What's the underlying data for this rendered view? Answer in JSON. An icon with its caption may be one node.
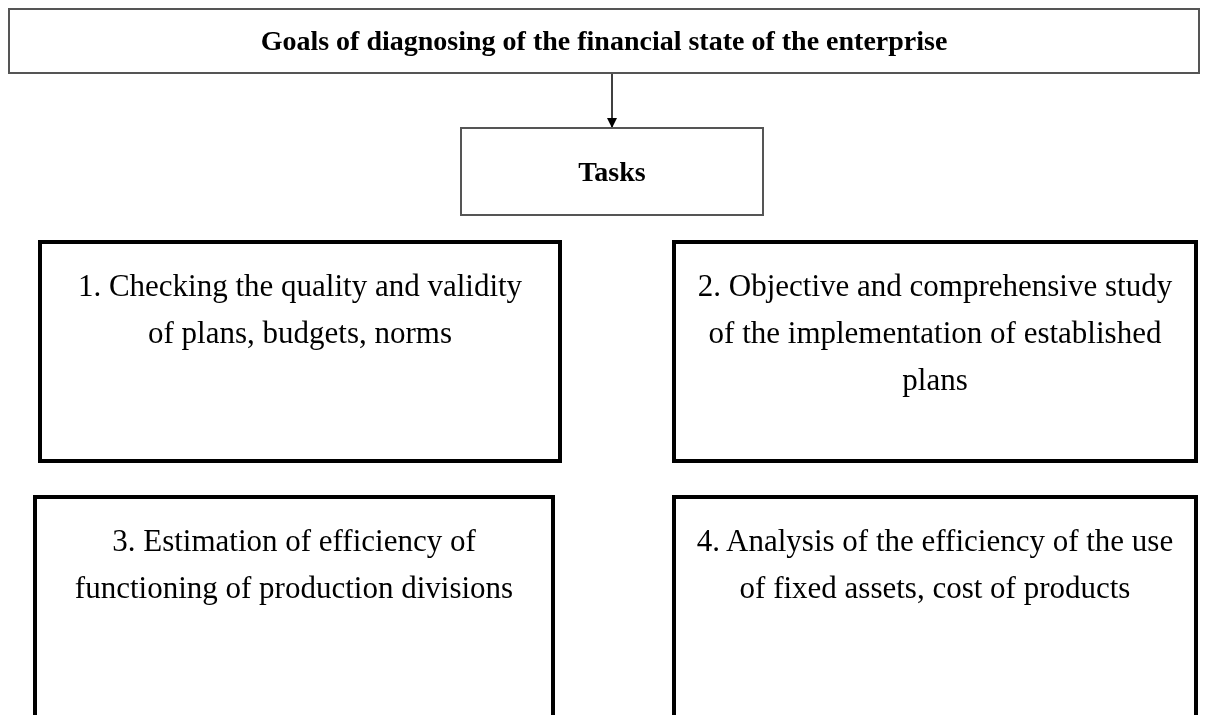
{
  "diagram": {
    "nodes": [
      {
        "text": [
          "Goals of diagnosing of the financial state of the enterprise"
        ]
      },
      {
        "text": [
          "Tasks"
        ]
      },
      {
        "text": [
          "1. Checking the quality and validity of plans, budgets, norms"
        ]
      },
      {
        "text": [
          "2. Objective and comprehensive study of the implementation of established plans"
        ]
      },
      {
        "text": [
          "3. Estimation of efficiency of functioning of production divisions"
        ]
      },
      {
        "text": [
          "4. Analysis of the efficiency of the use of fixed assets, cost of products"
        ]
      }
    ],
    "edges": [
      {
        "from": 0,
        "to": 1,
        "arrow": "to"
      }
    ]
  }
}
